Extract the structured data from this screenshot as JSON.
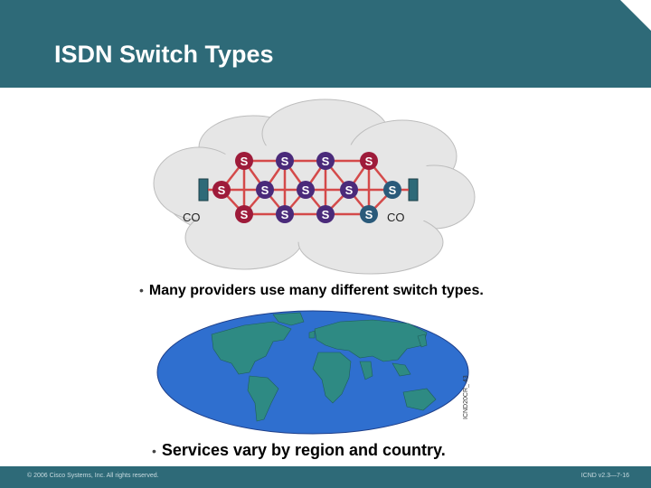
{
  "slide": {
    "title": "ISDN Switch Types"
  },
  "diagram": {
    "switch_label": "S",
    "co_left_label": "CO",
    "co_right_label": "CO"
  },
  "bullets": [
    "Many providers use many different switch types.",
    "Services vary by region and country."
  ],
  "figure_ref": "ICND20CR_ 43",
  "footer": {
    "copyright": "© 2006 Cisco Systems, Inc. All rights reserved.",
    "code": "ICND v2.3—7-16"
  },
  "colors": {
    "header": "#2e6a78",
    "switch_red": "#9e1b3a",
    "switch_purple": "#4a2a7a",
    "switch_blue": "#2a5a7a",
    "link": "#d44a4a",
    "co_box": "#2e6a78",
    "map_ocean": "#2f6fcf",
    "map_land": "#2e8a83"
  }
}
